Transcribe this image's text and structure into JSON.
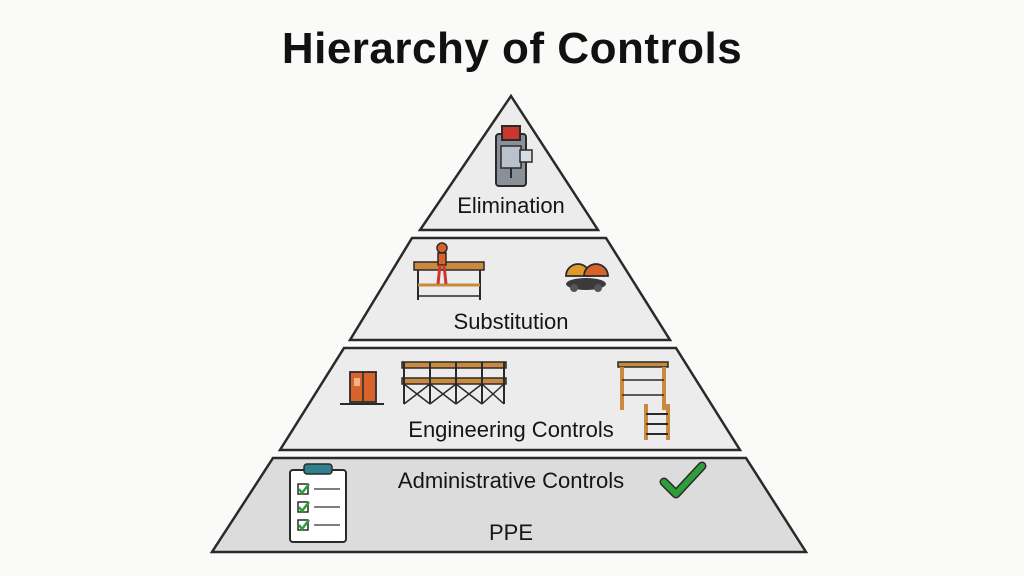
{
  "title": "Hierarchy of Controls",
  "tiers": {
    "elimination": "Elimination",
    "substitution": "Substitution",
    "engineering": "Engineering Controls",
    "administrative": "Administrative Controls",
    "ppe": "PPE"
  },
  "colors": {
    "tier_fill": "#ececec",
    "tier_fill_bottom": "#dcdcdc",
    "outline": "#2a2a2a",
    "wood": "#c98a3d",
    "orange": "#d8632a",
    "check_green": "#2e9e3a",
    "clipboard_clip": "#2f7f8f"
  },
  "icons": {
    "elimination": "machine-icon",
    "substitution_left": "scaffold-worker-icon",
    "substitution_right": "hard-hats-icon",
    "engineering_left": "cabinet-icon",
    "engineering_middle": "scaffold-bridge-icon",
    "engineering_right": "ladder-scaffold-icon",
    "administrative_left": "checklist-clipboard-icon",
    "administrative_right": "checkmark-icon"
  }
}
